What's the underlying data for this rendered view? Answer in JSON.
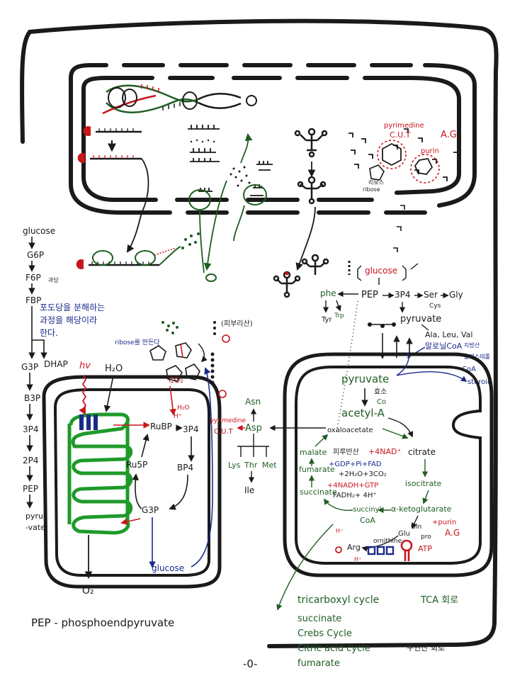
{
  "colors": {
    "ink": "#1a1a1a",
    "green": "#1f5d22",
    "bright_green": "#1f9a2a",
    "red": "#c8161d",
    "blue": "#1a2a8a"
  },
  "nucleus": {
    "pyrimidine": "pyrimedine",
    "cut": "C.U.T",
    "ag": "A.G",
    "purin": "purin",
    "ribose_note_1": "리보스",
    "ribose_note_2": "ribose"
  },
  "glycolysis": {
    "steps": [
      "glucose",
      "G6P",
      "F6P",
      "FBP",
      "G3P",
      "B3P",
      "3P4",
      "2P4",
      "PEP",
      "pyru-",
      "-vate"
    ],
    "f6p_note": "과당",
    "dhap": "DHAP",
    "note_line_1": "포도당을 분해하는",
    "note_line_2": "과정을 해당이라",
    "note_line_3": "한다."
  },
  "chloroplast": {
    "hv": "hv",
    "h2o": "H₂O",
    "co2": "CO₂",
    "h2o_small": "H₂O",
    "rubp": "RuBP",
    "three_p4": "3P4",
    "h_plus": "H⁺",
    "ru5p": "Ru5P",
    "bp4": "BP4",
    "g3p": "G3P",
    "glucose": "glucose",
    "o2": "O₂"
  },
  "cytoplasm": {
    "ribose_note": "ribose를 만든다",
    "fatty_note": "(피부리산)",
    "glucose": "glucose",
    "pep": "PEP",
    "three_p4": "3P4",
    "ser": "Ser",
    "gly": "Gly",
    "cys": "Cys",
    "phe": "phe",
    "trp": "Trp",
    "tyr": "Tyr",
    "pyruvate": "pyruvate",
    "ala_leu_val": "Ala, Leu, Val",
    "malonyl": "말로닐CoA",
    "fatty_acid": "지방산",
    "cholesterol": "콜레스테롤",
    "coa": "CoA",
    "steroid": "steroid"
  },
  "amino": {
    "asn": "Asn",
    "asp": "Asp",
    "pyrimidine": "pyrimedine",
    "cut": "C.U.T",
    "lys": "Lys",
    "thr": "Thr",
    "met": "Met",
    "ile": "Ile"
  },
  "mito": {
    "pyruvate": "pyruvate",
    "co": "Co",
    "enzyme": "효소",
    "acetyl": "acetyl-A",
    "oxaloacetate": "oxaloacetate",
    "malate": "malate",
    "cycle_note": "피루반산",
    "nad": "+4NAD⁺",
    "citrate": "citrate",
    "gdp": "+GDP+Pi+FAD",
    "fumarate": "fumarate",
    "h2o_line": "+2H₂O+3CO₂",
    "nadh": "+4NADH+GTP",
    "isocitrate": "isocitrate",
    "fadh": "FADH₂+ 4H⁺",
    "succinate": "succinate",
    "succinyl": "succinyl",
    "ketoglutarate": "α-ketoglutarate",
    "coa": "CoA",
    "glu": "Glu",
    "gln": "Gln",
    "pro": "pro",
    "purin": "+purin",
    "ag": "A.G",
    "ornithine": "ornithine",
    "arg": "Arg",
    "h_plus": "H⁺",
    "atp": "ATP"
  },
  "notes": {
    "pep_def": "PEP - phosphoendpyruvate",
    "tca_1": "tricarboxyl cycle",
    "tca_2": "TCA 회로",
    "tca_3": "succinate",
    "tca_4": "Crebs Cycle",
    "tca_5": "Citric acid cycle",
    "tca_6": "구연산 회로",
    "tca_7": "fumarate",
    "page_num": "-0-"
  }
}
